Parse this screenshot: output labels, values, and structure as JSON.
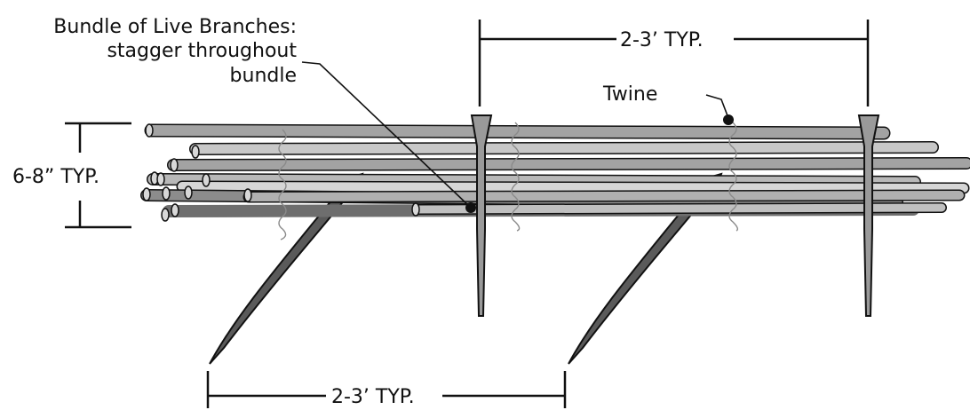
{
  "labels": {
    "bundle_line1": "Bundle of Live Branches:",
    "bundle_line2": "stagger throughout",
    "bundle_line3": "bundle",
    "twine": "Twine",
    "diameter": "6-8” TYP.",
    "top_spacing": "2-3’ TYP.",
    "bottom_spacing": "2-3’ TYP."
  },
  "colors": {
    "ink": "#111111",
    "stake_fill": "#9a9a9a",
    "dark_stake_fill": "#5a5a5a",
    "branch_light": "#c8c8c8",
    "branch_mid": "#a3a3a3",
    "branch_dark": "#6e6e6e",
    "twine": "#8a8a8a"
  }
}
